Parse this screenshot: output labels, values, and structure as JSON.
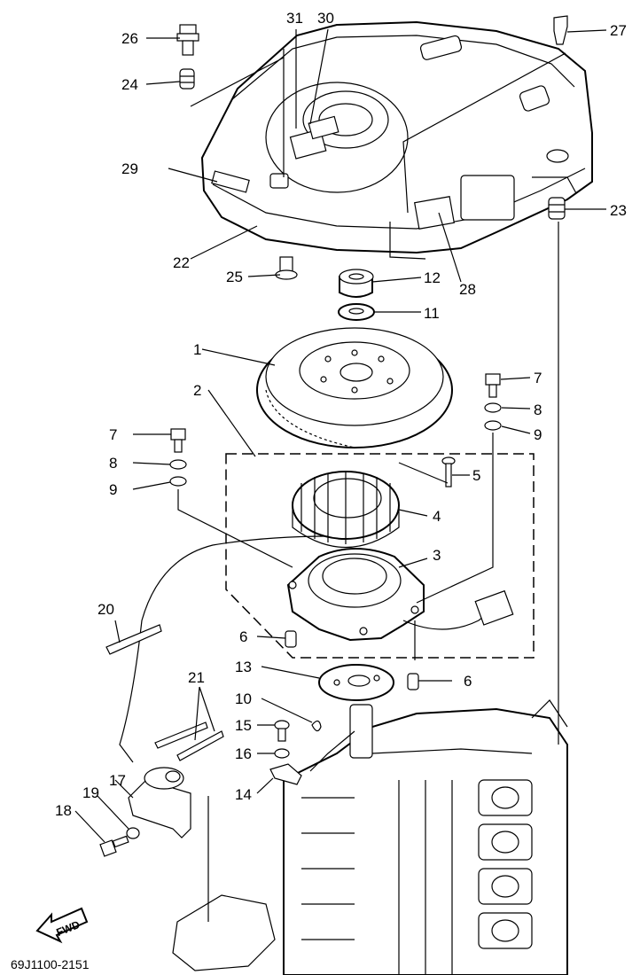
{
  "labels": {
    "p1": "1",
    "p2": "2",
    "p3": "3",
    "p4": "4",
    "p5": "5",
    "p6a": "6",
    "p6b": "6",
    "p7a": "7",
    "p7b": "7",
    "p8a": "8",
    "p8b": "8",
    "p9a": "9",
    "p9b": "9",
    "p10": "10",
    "p11": "11",
    "p12": "12",
    "p13": "13",
    "p14": "14",
    "p15": "15",
    "p16": "16",
    "p17": "17",
    "p18": "18",
    "p19": "19",
    "p20": "20",
    "p21": "21",
    "p22": "22",
    "p23": "23",
    "p24": "24",
    "p25": "25",
    "p26": "26",
    "p27": "27",
    "p28": "28",
    "p29": "29",
    "p30": "30",
    "p31": "31"
  },
  "fwd_label": "FWD",
  "diagram_code": "69J1100-2151",
  "icons": {
    "direction_arrow": "fwd-arrow-icon"
  }
}
